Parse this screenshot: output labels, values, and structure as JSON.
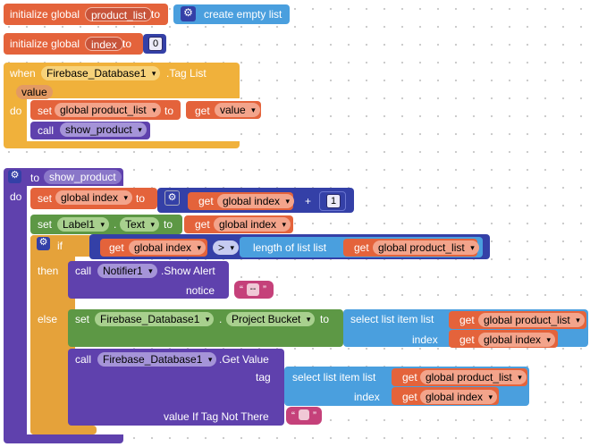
{
  "blocks": {
    "init_list": {
      "keyword": "initialize global",
      "var": "product_list",
      "to": "to",
      "value": "create empty list"
    },
    "init_index": {
      "keyword": "initialize global",
      "var": "index",
      "to": "to",
      "value": "0"
    },
    "event": {
      "when": "when",
      "component": "Firebase_Database1",
      "event": ".Tag List",
      "param": "value",
      "do": "do",
      "set_kw": "set",
      "set_var": "global product_list",
      "set_to": "to",
      "get_kw": "get",
      "get_var": "value",
      "call_kw": "call",
      "call_proc": "show_product"
    },
    "procedure": {
      "to_kw": "to",
      "name": "show_product",
      "do": "do",
      "stmt1": {
        "set_kw": "set",
        "var": "global index",
        "to": "to",
        "get_kw": "get",
        "get_var": "global index",
        "op": "+",
        "num": "1"
      },
      "stmt2": {
        "set_kw": "set",
        "component": "Label1",
        "dot": ".",
        "prop": "Text",
        "to": "to",
        "get_kw": "get",
        "get_var": "global index"
      },
      "if_block": {
        "if_kw": "if",
        "get_kw": "get",
        "get_var": "global index",
        "compare": ">",
        "length_text": "length of list  list",
        "get_kw2": "get",
        "get_var2": "global product_list",
        "then_kw": "then",
        "else_kw": "else",
        "then_call": {
          "call_kw": "call",
          "component": "Notifier1",
          "method": ".Show Alert",
          "notice_label": "notice",
          "notice_value": "--"
        },
        "else_set": {
          "set_kw": "set",
          "component": "Firebase_Database1",
          "dot": ".",
          "prop": "Project Bucket",
          "to": "to",
          "select_text": "select list item  list",
          "get_kw": "get",
          "list_var": "global product_list",
          "index_label": "index",
          "index_var": "global index"
        },
        "else_call": {
          "call_kw": "call",
          "component": "Firebase_Database1",
          "method": ".Get Value",
          "tag_label": "tag",
          "select_text": "select list item  list",
          "get_kw": "get",
          "list_var": "global product_list",
          "index_label": "index",
          "index_var": "global index",
          "default_label": "value If Tag Not There"
        }
      }
    }
  },
  "colors": {
    "variables": "#e4633b",
    "lists": "#4a9fde",
    "procedures": "#5f41ad",
    "events": "#f0b13b",
    "components": "#5d9845",
    "math": "#3440a7",
    "text": "#c5417a"
  }
}
